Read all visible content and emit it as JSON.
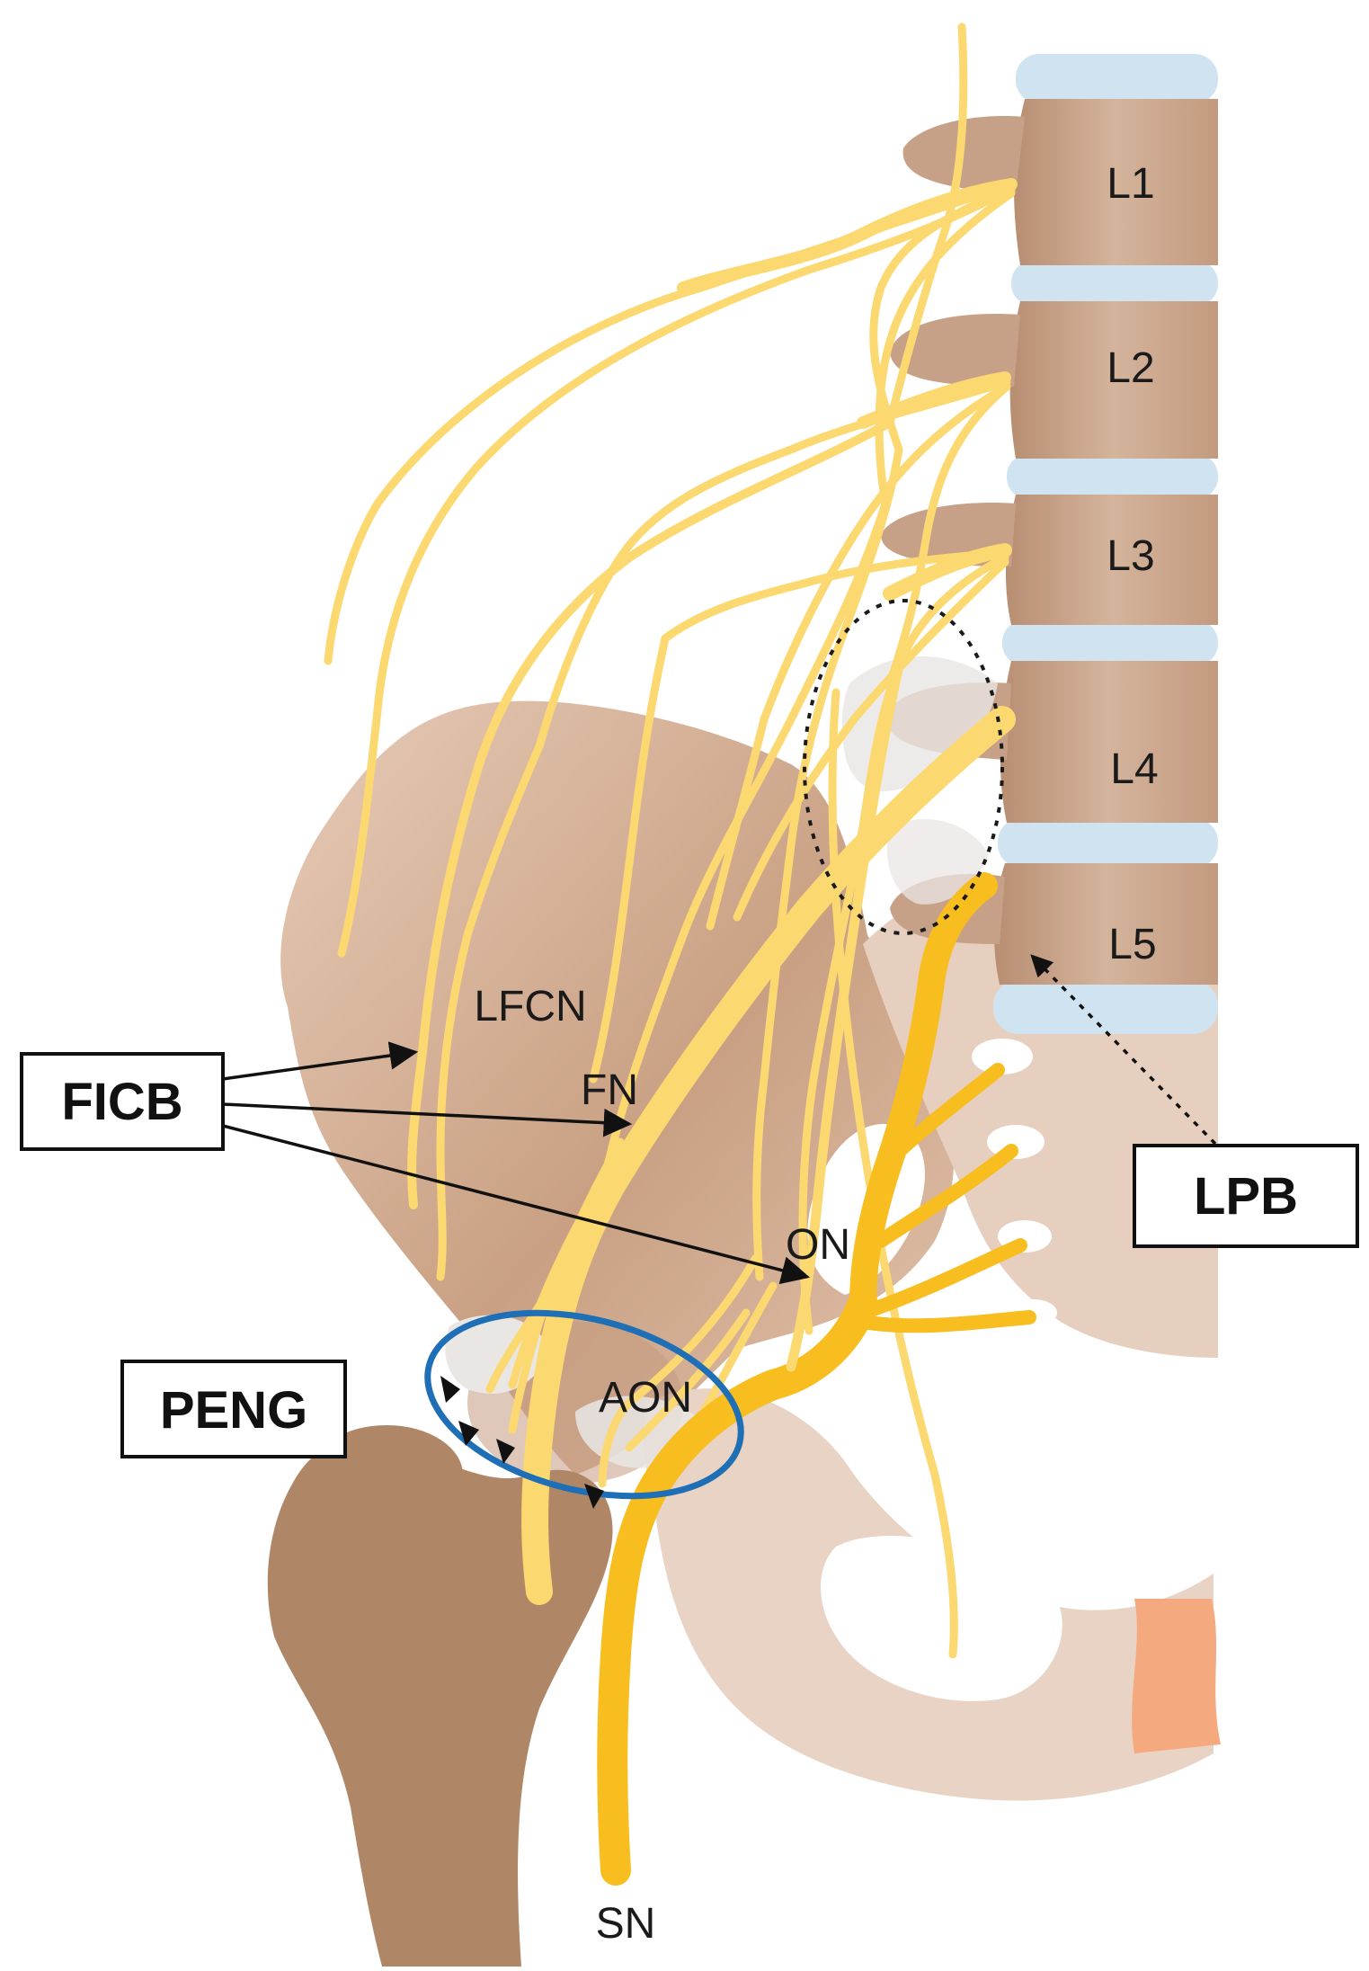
{
  "colors": {
    "disc": "#cfe3f1",
    "vertebra": "#c9a48a",
    "vertebra_light": "#ead7c9",
    "pelvis": "#d9b8a0",
    "pelvis_dark": "#b58b70",
    "femur": "#b08766",
    "nerve_light": "#fcd870",
    "nerve_dark": "#f8bd1e",
    "cartilage": "#f5a97f",
    "peng_ring": "#1e6fb5",
    "arrow": "#111111"
  },
  "vertebrae": [
    {
      "label": "L1"
    },
    {
      "label": "L2"
    },
    {
      "label": "L3"
    },
    {
      "label": "L4"
    },
    {
      "label": "L5"
    }
  ],
  "nerve_labels": {
    "lfcn": "LFCN",
    "fn": "FN",
    "on": "ON",
    "aon": "AON",
    "sn": "SN"
  },
  "blocks": {
    "ficb": "FICB",
    "lpb": "LPB",
    "peng": "PENG"
  }
}
